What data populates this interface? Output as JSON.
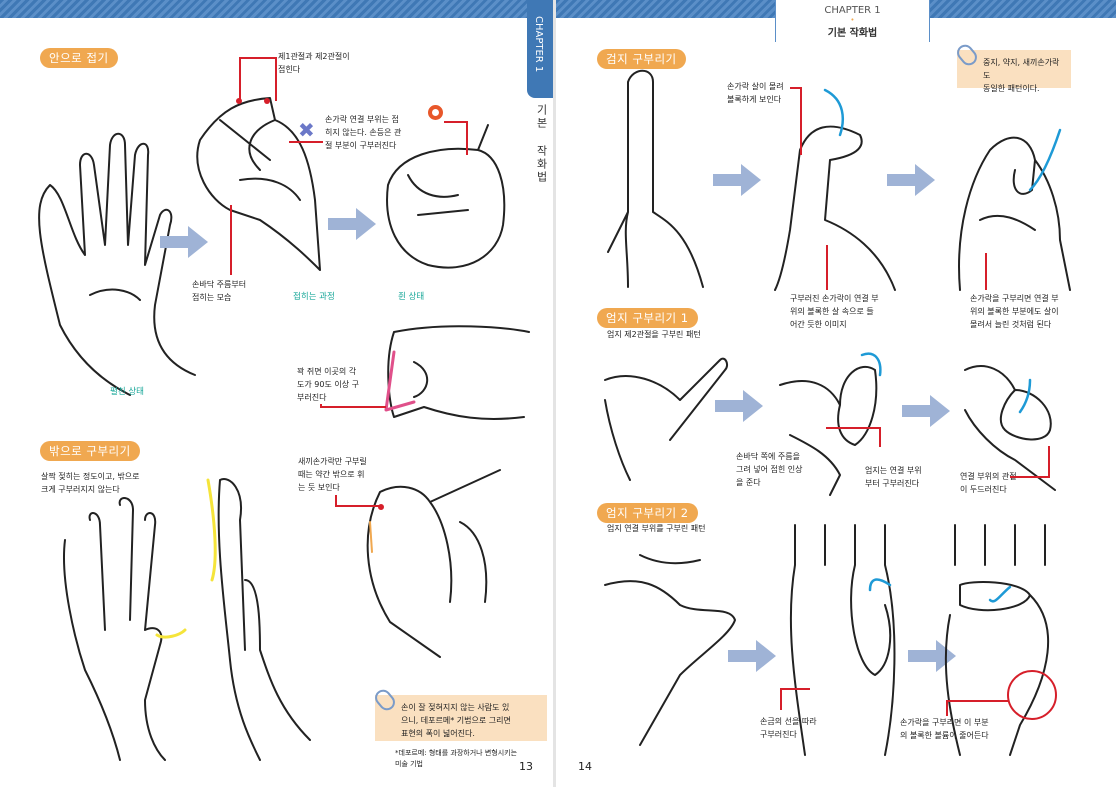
{
  "header": {
    "chapter": "CHAPTER 1",
    "bullet": "•",
    "title": "기본 작화법"
  },
  "side_tab": {
    "chapter": "CHAPTER 1",
    "title": "기본 작화법"
  },
  "left_page": {
    "page_number": "13",
    "section1": {
      "label": "안으로 접기",
      "captions": {
        "joints": "제1관절과 제2관절이\n접힌다",
        "wrong": "손가락 연결 부위는 접\n히지 않는다. 손등은 관\n절 부분이 구부러진다",
        "palm": "손바닥 주름부터\n접히는 모습",
        "angle": "꽉 쥐면 이곳의 각\n도가 90도 이상 구\n부러진다"
      },
      "states": {
        "open": "펼친 상태",
        "folding": "접히는 과정",
        "folded": "쥔 상태"
      },
      "marks": {
        "wrong": "✖",
        "right": "O"
      }
    },
    "section2": {
      "label": "밖으로 구부리기",
      "captions": {
        "slight": "살짝 젖히는 정도이고, 밖으로\n크게 구부러지지 않는다",
        "pinky": "새끼손가락만 구부릴\n때는 약간 밖으로 휘\n는 듯 보인다"
      }
    },
    "note": "손이 잘 젖혀지지 않는 사람도 있\n으니, 데포르메* 기법으로 그리면\n표현의 폭이 넓어진다.",
    "footnote": "*데포르메: 형태를 과장하거나 변형시키는\n미술 기법"
  },
  "right_page": {
    "page_number": "14",
    "section1": {
      "label": "검지 구부리기",
      "captions": {
        "flesh": "손가락 살이 몰려\n볼록하게 보인다",
        "sunk": "구부러진 손가락이 연결 부\n위의 볼록한 살 속으로 들\n어간 듯한 이미지",
        "stretch": "손가락을 구부리면 연결 부\n위의 볼록한 부분에도 살이\n몰려서 늘린 것처럼 된다"
      },
      "note": "중지, 약지, 새끼손가락도\n동일한 패턴이다."
    },
    "section2": {
      "label": "엄지 구부리기 1",
      "subtitle": "엄지 제2관절을 구부린 패턴",
      "captions": {
        "wrinkle": "손바닥 쪽에 주름을\n그려 넣어 접힌 인상\n을 준다",
        "from_joint": "엄지는 연결 부위\n부터 구부러진다",
        "prominent": "연결 부위의 관절\n이 두드러진다"
      }
    },
    "section3": {
      "label": "엄지 구부리기 2",
      "subtitle": "엄지 연결 부위를 구부린 패턴",
      "captions": {
        "palm_line": "손금의 선을 따라\n구부러진다",
        "volume": "손가락을 구부리면 이 부분\n의 볼록한 볼륨이 줄어든다"
      }
    }
  },
  "colors": {
    "band": "#4a82bf",
    "pill": "#f0a850",
    "note": "#fae0c0",
    "callout": "#d61f2a",
    "teal": "#1aa89a",
    "arrow": "#9fb3d6",
    "curve_arrow": "#1e9ad6"
  }
}
